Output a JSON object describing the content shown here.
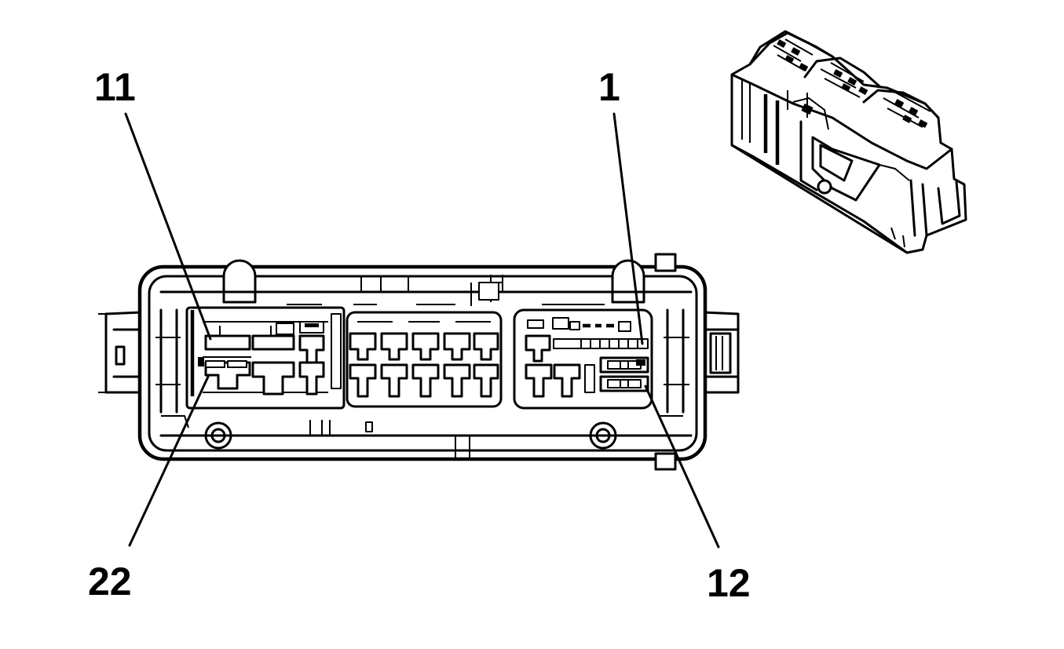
{
  "labels": {
    "pin_11": "11",
    "pin_1": "1",
    "pin_22": "22",
    "pin_12": "12"
  }
}
